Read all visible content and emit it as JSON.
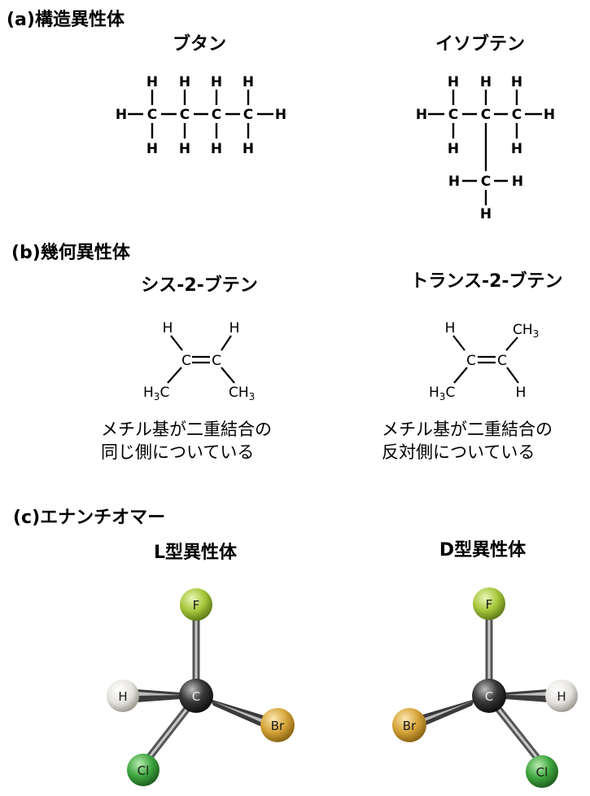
{
  "sections": {
    "a": {
      "heading": "(a)構造異性体",
      "butane": {
        "name": "ブタン"
      },
      "isobutene": {
        "name": "イソブテン"
      }
    },
    "b": {
      "heading": "(b)幾何異性体",
      "cis": {
        "name": "シス-2-ブテン",
        "desc_line1": "メチル基が二重結合の",
        "desc_line2": "同じ側についている"
      },
      "trans": {
        "name": "トランス-2-ブテン",
        "desc_line1": "メチル基が二重結合の",
        "desc_line2": "反対側についている"
      }
    },
    "c": {
      "heading": "(c)エナンチオマー",
      "l_isomer": {
        "name": "L型異性体"
      },
      "d_isomer": {
        "name": "D型異性体"
      }
    }
  },
  "atoms": {
    "H": "H",
    "C": "C",
    "CH3": "CH",
    "H3": "H",
    "sub3": "3",
    "F": "F",
    "Cl": "Cl",
    "Br": "Br"
  },
  "colors": {
    "fluorine": "#a6c83c",
    "chlorine": "#3fa63f",
    "bromine": "#d6a53a",
    "hydrogen": "#e4e2dc",
    "carbon": "#3a3a3a"
  }
}
